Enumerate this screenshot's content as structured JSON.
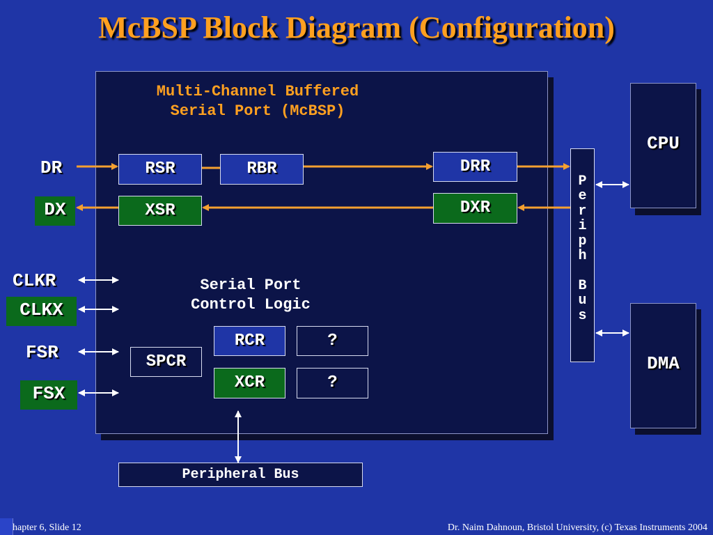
{
  "title": "McBSP Block Diagram (Configuration)",
  "mcbsp": {
    "subtitle_line1": "Multi-Channel Buffered",
    "subtitle_line2": "Serial Port (McBSP)"
  },
  "registers": {
    "rsr": "RSR",
    "rbr": "RBR",
    "drr": "DRR",
    "xsr": "XSR",
    "dxr": "DXR",
    "spcr": "SPCR",
    "rcr": "RCR",
    "xcr": "XCR",
    "unknown1": "?",
    "unknown2": "?"
  },
  "control_logic": {
    "line1": "Serial Port",
    "line2": "Control Logic"
  },
  "signals": {
    "dr": "DR",
    "dx": "DX",
    "clkr": "CLKR",
    "clkx": "CLKX",
    "fsr": "FSR",
    "fsx": "FSX"
  },
  "periph_bus_vertical": [
    "P",
    "e",
    "r",
    "i",
    "p",
    "h",
    "",
    "B",
    "u",
    "s"
  ],
  "peripheral_bus": "Peripheral Bus",
  "cpu": "CPU",
  "dma": "DMA",
  "footer": {
    "left": "hapter 6, Slide 12",
    "right": "Dr. Naim Dahnoun, Bristol University,  (c) Texas Instruments 2004"
  },
  "colors": {
    "background": "#1f35a6",
    "panel": "#0c1448",
    "title": "#ffa020",
    "arrow_orange": "#f5a030",
    "green": "#0b6a1c"
  }
}
